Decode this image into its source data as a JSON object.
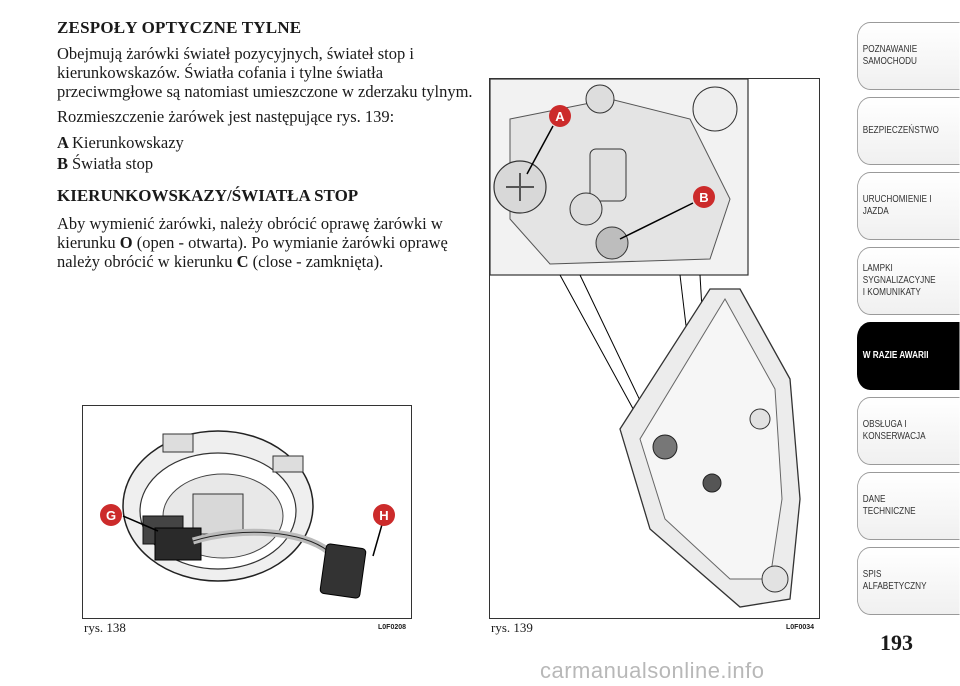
{
  "section1": {
    "title": "ZESPOŁY OPTYCZNE TYLNE",
    "paragraph": "Obejmują żarówki świateł pozycyjnych, świateł stop i kierunkowskazów. Światła cofania i tylne światła przeciwmgłowe są natomiast umieszczone w zderzaku tylnym.",
    "layout_intro": "Rozmieszczenie żarówek jest następujące rys. 139:",
    "legend": [
      {
        "key": "A",
        "label": "Kierunkowskazy"
      },
      {
        "key": "B",
        "label": "Światła stop"
      }
    ]
  },
  "section2": {
    "title": "KIERUNKOWSKAZY/ŚWIATŁA STOP",
    "p_part1": "Aby wymienić żarówki, należy obrócić oprawę żarówki w kierunku ",
    "p_O": "O",
    "p_part2": " (open - otwarta). Po wymianie żarówki oprawę należy obrócić w kierunku ",
    "p_C": "C",
    "p_part3": " (close - zamknięta)."
  },
  "figures": {
    "fig138": {
      "caption": "rys. 138",
      "code": "L0F0208",
      "labels": [
        "G",
        "H"
      ]
    },
    "fig139": {
      "caption": "rys. 139",
      "code": "L0F0034",
      "labels": [
        "A",
        "B"
      ]
    }
  },
  "sidebar": {
    "tabs": [
      {
        "label": "POZNAWANIE\nSAMOCHODU",
        "active": false
      },
      {
        "label": "BEZPIECZEŃSTWO",
        "active": false
      },
      {
        "label": "URUCHOMIENIE I\nJAZDA",
        "active": false
      },
      {
        "label": "LAMPKI\nSYGNALIZACYJNE\nI KOMUNIKATY",
        "active": false
      },
      {
        "label": "W RAZIE AWARII",
        "active": true
      },
      {
        "label": "OBSŁUGA I\nKONSERWACJA",
        "active": false
      },
      {
        "label": "DANE\nTECHNICZNE",
        "active": false
      },
      {
        "label": "SPIS\nALFABETYCZNY",
        "active": false
      }
    ]
  },
  "page_number": "193",
  "watermark": "carmanualsonline.info"
}
